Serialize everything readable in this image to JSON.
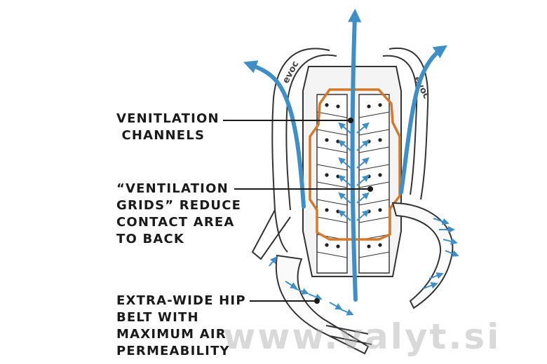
{
  "callouts": {
    "ventilation_channels": [
      "VENITLATION",
      " CHANNELS"
    ],
    "ventilation_grids": [
      "“VENTILATION",
      "GRIDS” REDUCE",
      "CONTACT AREA",
      "TO BACK"
    ],
    "hip_belt": [
      "EXTRA-WIDE HIP",
      "BELT WITH",
      "MAXIMUM AIR",
      "PERMEABILITY"
    ]
  },
  "brand_logos": {
    "left_strap": "evoc",
    "right_strap": "evoc"
  },
  "watermark": "www.valyt.si",
  "colors": {
    "airflow_arrows": "#3f8fc7",
    "grid_outline": "#d4782a",
    "line_art": "#333333",
    "text": "#1a1a1a"
  }
}
